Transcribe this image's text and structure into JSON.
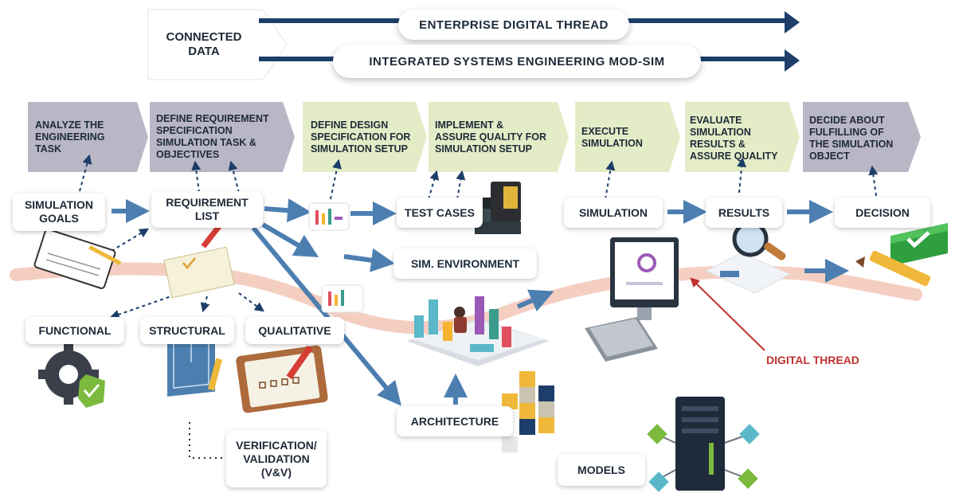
{
  "header": {
    "connected_data": "CONNECTED\nDATA",
    "enterprise_thread": "ENTERPRISE DIGITAL THREAD",
    "mod_sim": "INTEGRATED SYSTEMS  ENGINEERING MOD-SIM"
  },
  "process_steps": [
    "ANALYZE THE\nENGINEERING\nTASK",
    "DEFINE REQUIREMENT\nSPECIFICATION\nSIMULATION TASK &\nOBJECTIVES",
    "DEFINE DESIGN\nSPECIFICATION FOR\nSIMULATION SETUP",
    "IMPLEMENT &\nASSURE QUALITY FOR\nSIMULATION SETUP",
    "EXECUTE\nSIMULATION",
    "EVALUATE\nSIMULATION\nRESULTS &\nASSURE QUALITY",
    "DECIDE ABOUT\nFULFILLING OF\nTHE SIMULATION\nOBJECT"
  ],
  "nodes": {
    "simulation_goals": "SIMULATION\nGOALS",
    "requirement_list": "REQUIREMENT\nLIST",
    "test_cases": "TEST CASES",
    "simulation": "SIMULATION",
    "results": "RESULTS",
    "decision": "DECISION",
    "sim_environment": "SIM. ENVIRONMENT",
    "functional": "FUNCTIONAL",
    "structural": "STRUCTURAL",
    "qualitative": "QUALITATIVE",
    "architecture": "ARCHITECTURE",
    "verification": "VERIFICATION/\nVALIDATION\n(V&V)",
    "models": "MODELS"
  },
  "digital_thread_label": "DIGITAL THREAD",
  "colors": {
    "step_purple": "#b9b6c6",
    "step_green": "#e3ecc6",
    "arrow_blue": "#4c7fb0",
    "navy": "#1d3e6a",
    "thread_red": "#c0322f",
    "thread_pink": "#f3c6b7"
  },
  "icons": [
    "notebook-icon",
    "checklist-icon",
    "gear-check-icon",
    "blueprint-icon",
    "clipboard-icon",
    "books-icon",
    "tablet-chart-icon",
    "computer-icon",
    "magnifier-icon",
    "pencil-check-icon",
    "cubes-icon",
    "server-icon"
  ]
}
